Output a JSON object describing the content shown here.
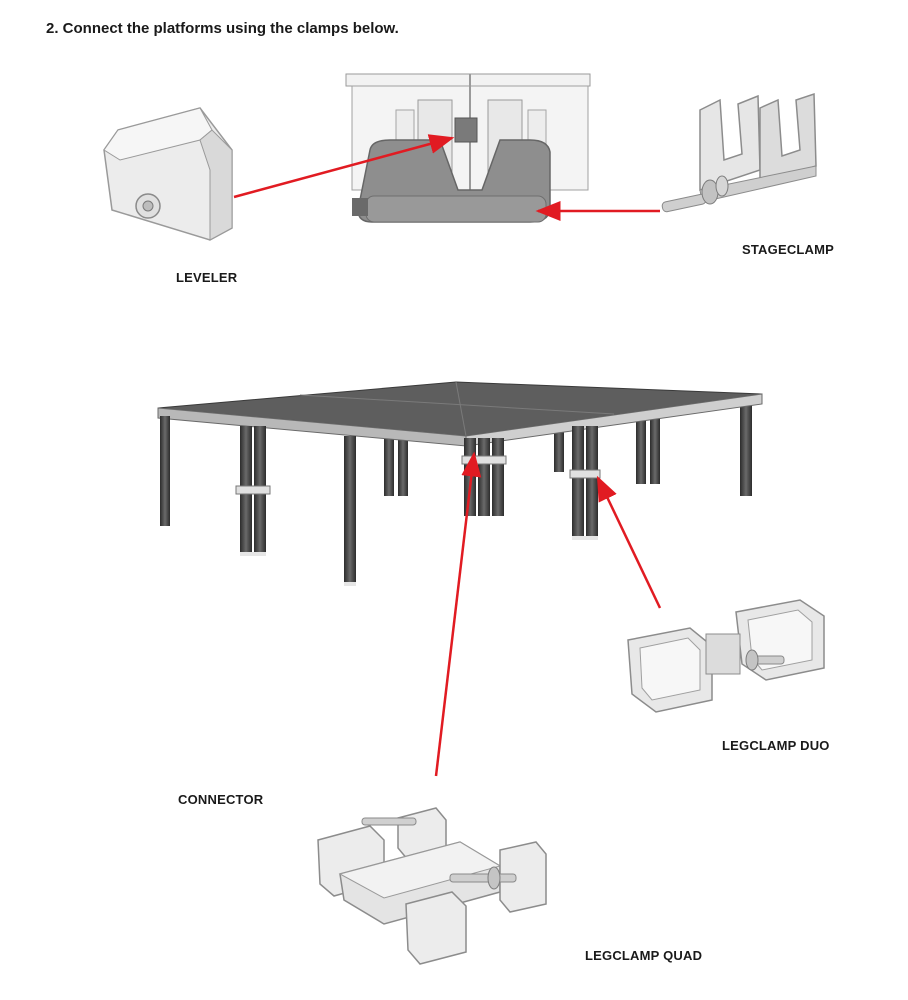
{
  "instruction": "2. Connect the platforms using the clamps below.",
  "labels": {
    "leveler": "LEVELER",
    "stageclamp": "STAGECLAMP",
    "legclamp_duo": "LEGCLAMP DUO",
    "connector": "CONNECTOR",
    "legclamp_quad": "LEGCLAMP QUAD"
  },
  "colors": {
    "arrow": "#e11b22",
    "part_fill": "#e9e9e9",
    "part_stroke": "#8a8a8a",
    "deck": "#5a5a5a",
    "leg": "#3d3d3d"
  }
}
